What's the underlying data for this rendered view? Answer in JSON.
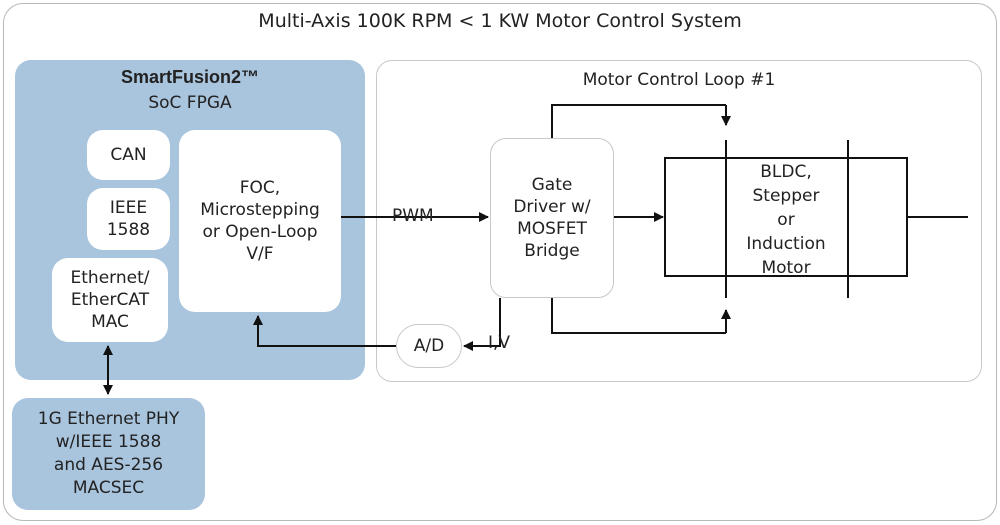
{
  "title": "Multi-Axis 100K RPM < 1 KW Motor Control System",
  "fpga": {
    "name": "SmartFusion2™",
    "subtitle": "SoC FPGA",
    "blocks": {
      "can": "CAN",
      "ieee1588": "IEEE\n1588",
      "ethernet_mac": "Ethernet/\nEtherCAT\nMAC",
      "foc": "FOC,\nMicrostepping\nor Open-Loop\nV/F"
    }
  },
  "phy": "1G Ethernet PHY\nw/IEEE 1588\nand AES-256\nMACSEC",
  "loop": {
    "title": "Motor Control Loop #1",
    "gate_driver": "Gate\nDriver w/\nMOSFET\nBridge",
    "motor": "BLDC,\nStepper\nor\nInduction\nMotor",
    "ad": "A/D",
    "pwm_label": "PWM",
    "iv_label": "I,V"
  },
  "colors": {
    "fpga_fill": "#a9c4dd",
    "border_gray": "#c8c8c8",
    "line": "#111111"
  }
}
